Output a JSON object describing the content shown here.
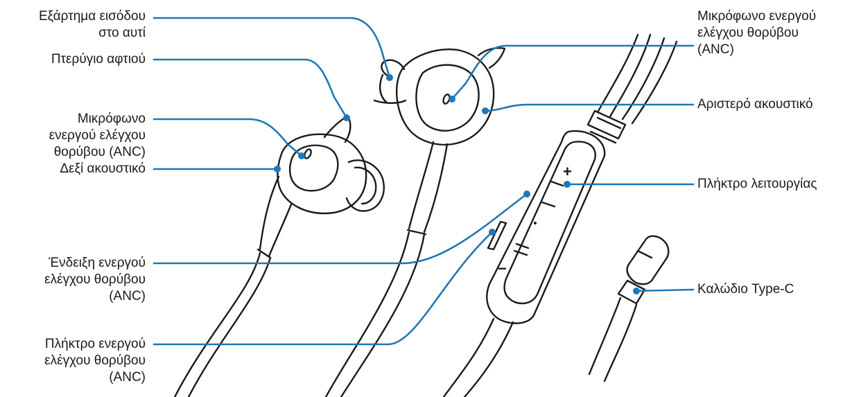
{
  "colors": {
    "line": "#1a1a1a",
    "leader": "#1f77b4",
    "dot": "#1f77b4",
    "text": "#1a1a1a"
  },
  "labels": {
    "ear_adapter_1": "Εξάρτημα εισόδου",
    "ear_adapter_2": "στο αυτί",
    "ear_wing": "Πτερύγιο αφτιού",
    "right_anc_mic_1": "Μικρόφωνο",
    "right_anc_mic_2": "ενεργού ελέγχου",
    "right_anc_mic_3": "θορύβου (ANC)",
    "right_earphone": "Δεξί ακουστικό",
    "anc_indicator_1": "Ένδειξη ενεργού",
    "anc_indicator_2": "ελέγχου θορύβου",
    "anc_indicator_3": "(ANC)",
    "anc_key_1": "Πλήκτρο ενεργού",
    "anc_key_2": "ελέγχου θορύβου",
    "anc_key_3": "(ANC)",
    "left_anc_mic_1": "Μικρόφωνο ενεργού",
    "left_anc_mic_2": "ελέγχου θορύβου",
    "left_anc_mic_3": "(ANC)",
    "left_earphone": "Αριστερό ακουστικό",
    "function_key": "Πλήκτρο λειτουργίας",
    "type_c_cable": "Καλώδιο Type-C"
  },
  "remote": {
    "plus": "+",
    "minus": "−"
  }
}
